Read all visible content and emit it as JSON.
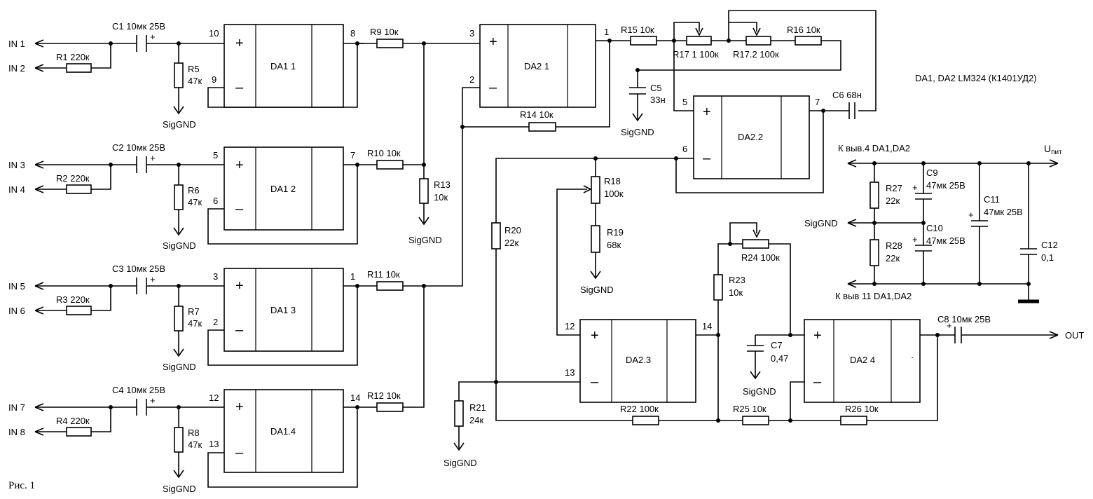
{
  "figure_caption": "Рис. 1",
  "note": "DA1, DA2  LM324 (К1401УД2)",
  "inputs": [
    "IN 1",
    "IN 2",
    "IN 3",
    "IN 4",
    "IN 5",
    "IN 6",
    "IN 7",
    "IN 8"
  ],
  "output": "OUT",
  "ground": "SigGND",
  "supply": {
    "upit": "U",
    "upit_sub": "пит",
    "pin4": "К выв.4 DA1,DA2",
    "pin11": "К выв 11 DA1,DA2"
  },
  "opamps": {
    "da11": "DA1 1",
    "da12": "DA1 2",
    "da13": "DA1 3",
    "da14": "DA1.4",
    "da21": "DA2 1",
    "da22": "DA2.2",
    "da23": "DA2.3",
    "da24": "DA2 4"
  },
  "pins": {
    "da11_p": "10",
    "da11_n": "9",
    "da11_o": "8",
    "da12_p": "5",
    "da12_n": "6",
    "da12_o": "7",
    "da13_p": "3",
    "da13_n": "2",
    "da13_o": "1",
    "da14_p": "12",
    "da14_n": "13",
    "da14_o": "14",
    "da21_p": "3",
    "da21_n": "2",
    "da21_o": "1",
    "da22_p": "5",
    "da22_n": "6",
    "da22_o": "7",
    "da23_p": "12",
    "da23_n": "13",
    "da23_o": "14"
  },
  "components": {
    "c1": "C1  10мк 25В",
    "c2": "C2  10мк 25В",
    "c3": "C3  10мк 25В",
    "c4": "C4  10мк 25В",
    "r1": "R1  220к",
    "r2": "R2  220к",
    "r3": "R3  220к",
    "r4": "R4  220к",
    "r5": "R5",
    "r5v": "47к",
    "r6": "R6",
    "r6v": "47к",
    "r7": "R7",
    "r7v": "47к",
    "r8": "R8",
    "r8v": "47к",
    "r9": "R9  10к",
    "r10": "R10  10к",
    "r11": "R11  10к",
    "r12": "R12  10к",
    "r13": "R13",
    "r13v": "10к",
    "r14": "R14  10к",
    "r15": "R15  10к",
    "r16": "R16  10к",
    "r17_1": "R17 1 100к",
    "r17_2": "R17.2 100к",
    "c5": "C5",
    "c5v": "33н",
    "c6": "C6  68н",
    "r18": "R18",
    "r18v": "100к",
    "r19": "R19",
    "r19v": "68к",
    "r20": "R20",
    "r20v": "22к",
    "r21": "R21",
    "r21v": "24к",
    "r22": "R22  100к",
    "r23": "R23",
    "r23v": "10к",
    "r24": "R24 100к",
    "r25": "R25  10к",
    "r26": "R26  10к",
    "c7": "C7",
    "c7v": "0,47",
    "c8": "C8   10мк 25В",
    "r27": "R27",
    "r27v": "22к",
    "r28": "R28",
    "r28v": "22к",
    "c9": "C9",
    "c9v": "47мк 25В",
    "c10": "C10",
    "c10v": "47мк 25В",
    "c11": "C11",
    "c11v": "47мк 25В",
    "c12": "C12",
    "c12v": "0,1"
  },
  "symbols": {
    "plus": "+",
    "minus": "–",
    "elec_plus": "+"
  }
}
